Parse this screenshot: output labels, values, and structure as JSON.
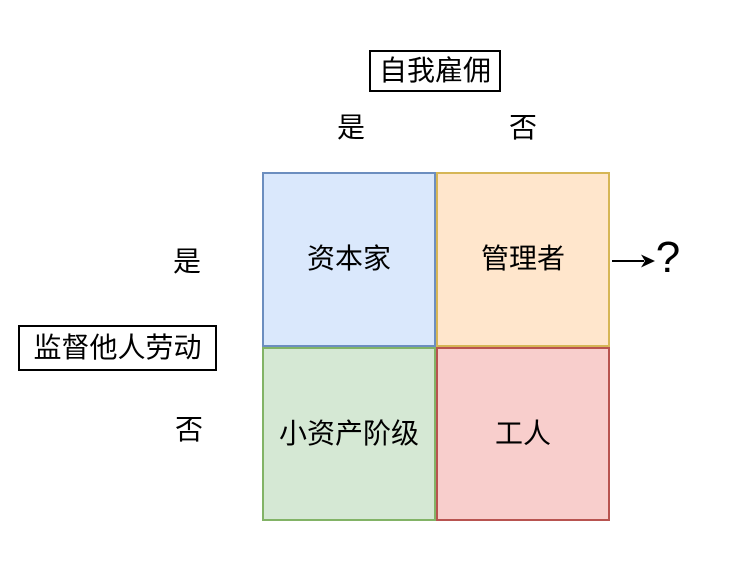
{
  "colors": {
    "background": "#ffffff",
    "text": "#000000",
    "box_border": "#000000",
    "arrow": "#000000"
  },
  "top_axis": {
    "title": "自我雇佣",
    "yes_label": "是",
    "no_label": "否"
  },
  "left_axis": {
    "title": "监督他人劳动",
    "yes_label": "是",
    "no_label": "否"
  },
  "quadrants": {
    "top_left": {
      "label": "资本家",
      "fill": "#dae8fc",
      "stroke": "#6c8ebf"
    },
    "top_right": {
      "label": "管理者",
      "fill": "#ffe6cc",
      "stroke": "#d6b656"
    },
    "bottom_left": {
      "label": "小资产阶级",
      "fill": "#d5e8d4",
      "stroke": "#82b366"
    },
    "bottom_right": {
      "label": "工人",
      "fill": "#f8cecc",
      "stroke": "#b85450"
    }
  },
  "annotation": {
    "question_mark": "?"
  }
}
